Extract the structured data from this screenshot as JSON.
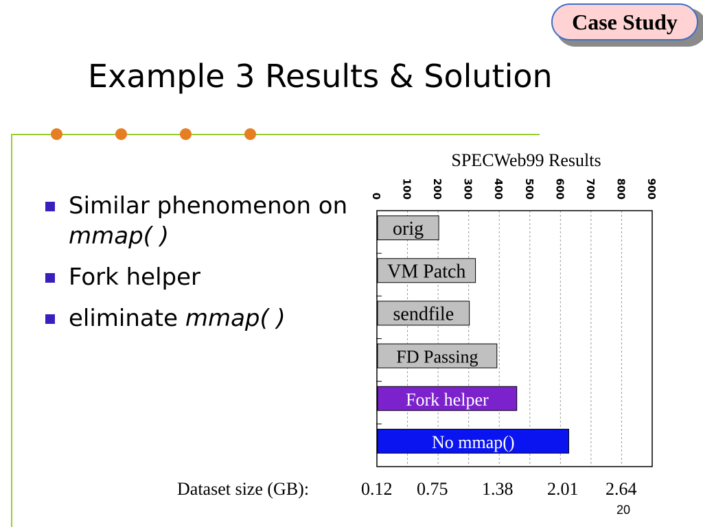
{
  "badge": {
    "label": "Case Study"
  },
  "slide": {
    "title": "Example 3 Results & Solution",
    "page_number": "20"
  },
  "bullets": [
    {
      "text": "Similar phenomenon on ",
      "em": "mmap( )"
    },
    {
      "text": "Fork helper",
      "em": ""
    },
    {
      "text": "eliminate ",
      "em": "mmap( )"
    }
  ],
  "colors": {
    "accent_line": "#9acd32",
    "dot": "#e67e22",
    "bullet": "#3a1fbf",
    "bar_gray": "#c0c0c0",
    "bar_purple": "#7b22cc",
    "bar_blue": "#0a14f0"
  },
  "chart_data": {
    "type": "bar",
    "orientation": "horizontal",
    "title": "SPECWeb99 Results",
    "xlim": [
      0,
      900
    ],
    "xticks": [
      "0",
      "100",
      "200",
      "300",
      "400",
      "500",
      "600",
      "700",
      "800",
      "900"
    ],
    "grid": true,
    "categories": [
      "orig",
      "VM Patch",
      "sendfile",
      "FD Passing",
      "Fork helper",
      "No mmap()"
    ],
    "values": [
      200,
      320,
      300,
      390,
      455,
      625
    ],
    "bar_colors": [
      "#c0c0c0",
      "#c0c0c0",
      "#c0c0c0",
      "#c0c0c0",
      "#7b22cc",
      "#0a14f0"
    ],
    "label_colors": [
      "#000000",
      "#000000",
      "#000000",
      "#000000",
      "#ffffff",
      "#ffffff"
    ],
    "dataset_label": "Dataset size (GB):",
    "dataset_sizes": [
      "0.12",
      "0.75",
      "1.38",
      "2.01",
      "2.64"
    ]
  }
}
